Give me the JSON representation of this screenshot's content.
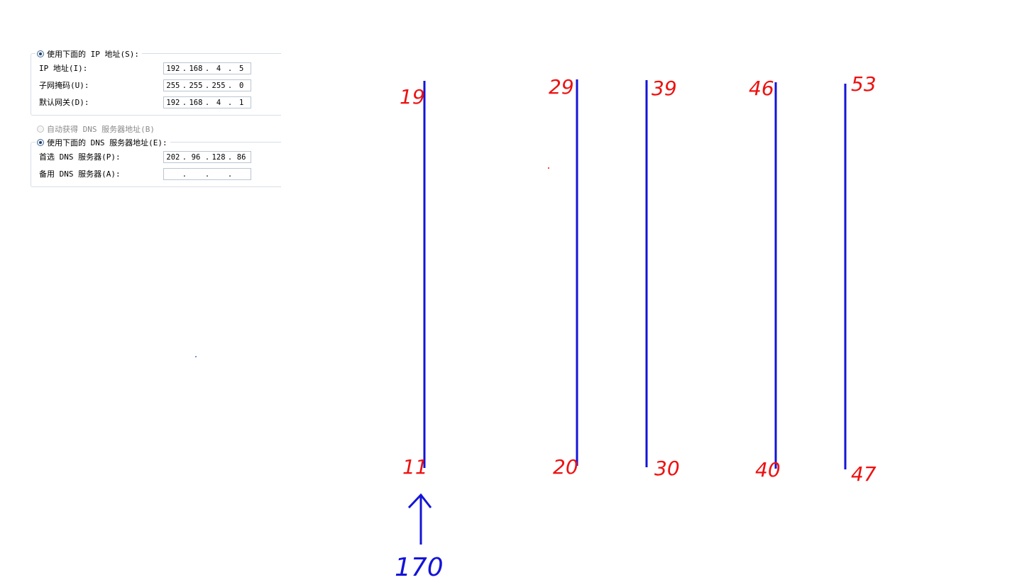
{
  "ip_section": {
    "use_following_ip_label": "使用下面的 IP 地址(S):",
    "ip_address_label": "IP 地址(I):",
    "ip_address": [
      "192",
      "168",
      "4",
      "5"
    ],
    "subnet_mask_label": "子网掩码(U):",
    "subnet_mask": [
      "255",
      "255",
      "255",
      "0"
    ],
    "gateway_label": "默认网关(D):",
    "gateway": [
      "192",
      "168",
      "4",
      "1"
    ]
  },
  "dns_section": {
    "auto_dns_label": "自动获得 DNS 服务器地址(B)",
    "use_following_dns_label": "使用下面的 DNS 服务器地址(E):",
    "preferred_dns_label": "首选 DNS 服务器(P):",
    "preferred_dns": [
      "202",
      "96",
      "128",
      "86"
    ],
    "alternate_dns_label": "备用 DNS 服务器(A):",
    "alternate_dns": [
      "",
      "",
      "",
      ""
    ]
  },
  "annotations": {
    "top_labels": [
      "19",
      "29",
      "39",
      "46",
      "53"
    ],
    "bottom_labels": [
      "11",
      "20",
      "30",
      "40",
      "47"
    ],
    "arrow_label": "170",
    "line_color": "#1414d8",
    "number_color": "#ee1111"
  }
}
